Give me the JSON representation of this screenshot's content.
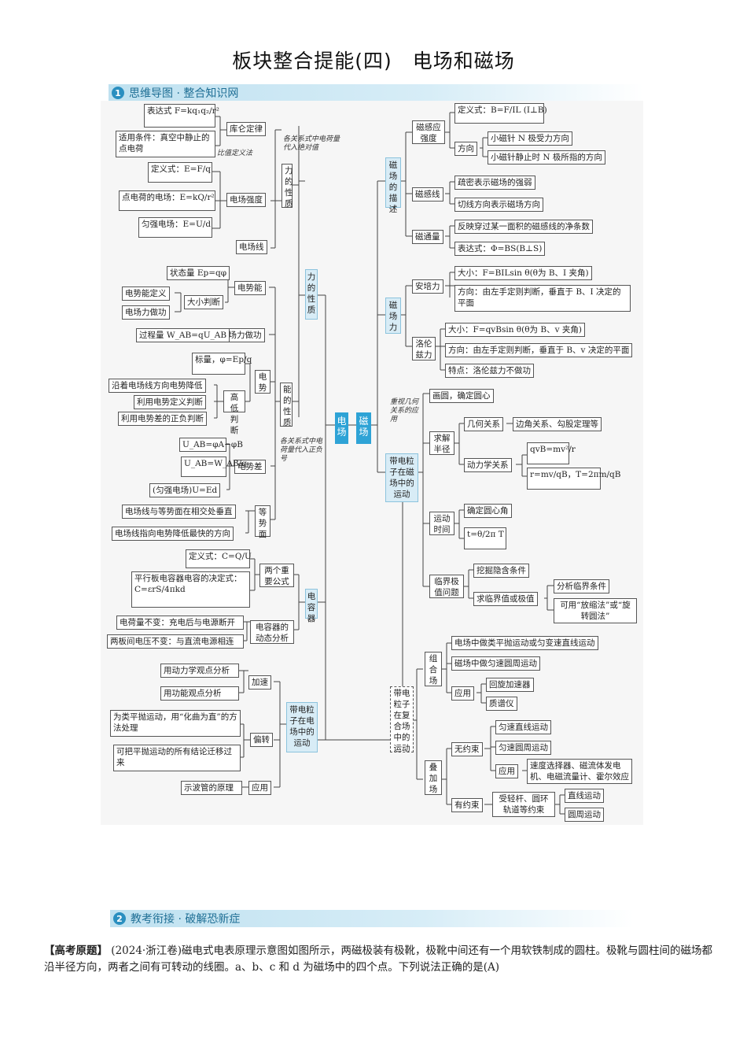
{
  "title": "板块整合提能(四)　电场和磁场",
  "banner1": {
    "num": "1",
    "text": "思维导图 · 整合知识网"
  },
  "banner2": {
    "num": "2",
    "text": "教考衔接 · 破解恐新症"
  },
  "hubs": {
    "e": "电场",
    "m": "磁场"
  },
  "left": {
    "force": "力的性质",
    "energy": "能的性质",
    "capacitor": "电容器",
    "particle": "带电粒子在电场中的运动",
    "coulomb": "库仑定律",
    "coulomb_expr": "表达式 F=kq₁q₂/r²",
    "coulomb_cond": "适用条件：真空中静止的点电荷",
    "note1": "比值定义法",
    "note2": "各关系式中电荷量代入绝对值",
    "field_strength": "电场强度",
    "def_e": "定义式：E=F/q",
    "point_e": "点电荷的电场：E=kQ/r²",
    "uniform_e": "匀强电场：E=U/d",
    "field_line": "电场线",
    "ep": "电势能",
    "ep_state": "状态量 Ep=qφ",
    "ep_def": "电势能定义",
    "ep_work": "电场力做功",
    "ep_judge": "大小判断",
    "work": "电场力做功",
    "work_proc": "过程量 W_AB=qU_AB",
    "potential": "电势",
    "pot_scalar": "标量，φ=Ep/q",
    "pot_high": "高低判断",
    "pot_1": "沿着电场线方向电势降低",
    "pot_2": "利用电势定义判断",
    "pot_3": "利用电势差的正负判断",
    "note3": "各关系式中电荷量代入正负号",
    "diff": "电势差",
    "diff_1": "U_AB=φA−φB",
    "diff_2": "U_AB=W_AB/q",
    "diff_3": "(匀强电场)U=Ed",
    "equi": "等势面",
    "equi_1": "电场线与等势面在相交处垂直",
    "equi_2": "电场线指向电势降低最快的方向",
    "two_formula": "两个重要公式",
    "cap_def": "定义式：C=Q/U",
    "cap_plate": "平行板电容器电容的决定式：C=εrS/4πkd",
    "cap_dyn": "电容器的动态分析",
    "cap_q": "电荷量不变：充电后与电源断开",
    "cap_u": "两板间电压不变：与直流电源相连",
    "accel": "加速",
    "accel_1": "用动力学观点分析",
    "accel_2": "用功能观点分析",
    "deflect": "偏转",
    "deflect_1": "为类平抛运动，用“化曲为直”的方法处理",
    "deflect_2": "可把平抛运动的所有结论迁移过来",
    "apply": "应用",
    "apply_1": "示波管的原理"
  },
  "right": {
    "desc": "磁场的描述",
    "force": "磁场力",
    "b": "磁感应强度",
    "b_def": "定义式：B=F/IL (I⊥B)",
    "b_dir": "方向",
    "b_dir1": "小磁针 N 极受力方向",
    "b_dir2": "小磁针静止时 N 极所指的方向",
    "line": "磁感线",
    "line_1": "疏密表示磁场的强弱",
    "line_2": "切线方向表示磁场方向",
    "flux": "磁通量",
    "flux_1": "反映穿过某一面积的磁感线的净条数",
    "flux_2": "表达式：Φ=BS(B⊥S)",
    "ampere": "安培力",
    "amp_1": "大小：F=BILsin θ(θ为 B、I 夹角)",
    "amp_2": "方向：由左手定则判断，垂直于 B、I 决定的平面",
    "lorentz": "洛伦兹力",
    "lor_1": "大小：F=qvBsin θ(θ为 B、v 夹角)",
    "lor_2": "方向：由左手定则判断，垂直于 B、v 决定的平面",
    "lor_3": "特点：洛伦兹力不做功",
    "note4": "重视几何关系的应用",
    "particle": "带电粒子在磁场中的运动",
    "draw": "画圆，确定圆心",
    "radius": "求解半径",
    "geo": "几何关系",
    "geo_1": "边角关系、勾股定理等",
    "dyn": "动力学关系",
    "dyn_1": "qvB=mv²/r",
    "dyn_2": "r=mv/qB，T=2πm/qB",
    "time": "运动时间",
    "time_1": "确定圆心角",
    "time_2": "t=θ/2π T",
    "crit": "临界极值问题",
    "crit_1": "挖掘隐含条件",
    "crit_2": "求临界值或极值",
    "crit_3": "分析临界条件",
    "crit_4": "可用“放缩法”或“旋转圆法”",
    "combo_field": "带电粒子在复合场中的运动",
    "combo": "组合场",
    "combo_1": "电场中做类平抛运动或匀变速直线运动",
    "combo_2": "磁场中做匀速圆周运动",
    "combo_app": "应用",
    "combo_app1": "回旋加速器",
    "combo_app2": "质谱仪",
    "super": "叠加场",
    "free": "无约束",
    "free_1": "匀速直线运动",
    "free_2": "匀速圆周运动",
    "free_app": "应用",
    "free_app1": "速度选择器、磁流体发电机、电磁流量计、霍尔效应",
    "bound": "有约束",
    "bound_1": "受轻杆、圆环轨道等约束",
    "bound_2": "直线运动",
    "bound_3": "圆周运动"
  },
  "question": {
    "tag": "【高考原题】",
    "src": "(2024·浙江卷)",
    "text": "磁电式电表原理示意图如图所示，两磁极装有极靴，极靴中间还有一个用软铁制成的圆柱。极靴与圆柱间的磁场都沿半径方向，两者之间有可转动的线圈。a、b、c 和 d 为磁场中的四个点。下列说法正确的是(A)"
  }
}
